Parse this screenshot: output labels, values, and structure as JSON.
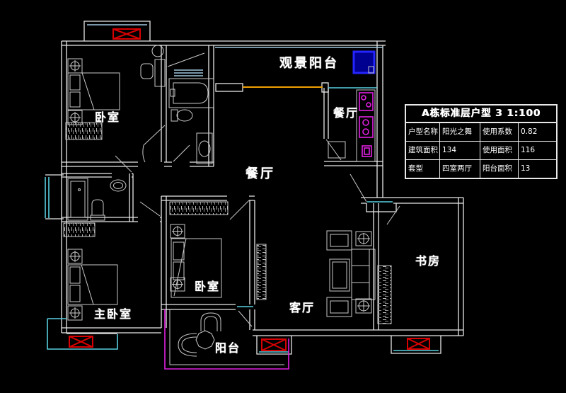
{
  "rooms": {
    "bedroom_tl": "卧室",
    "view_balcony": "观景阳台",
    "kitchen": "餐厅",
    "dining": "餐厅",
    "master_bedroom": "主卧室",
    "bedroom_mid": "卧室",
    "living": "客厅",
    "balcony": "阳台",
    "study": "书房"
  },
  "title_block": {
    "title": "A栋标准层户型 3  1:100",
    "rows": [
      [
        "户型名称",
        "阳光之舞",
        "使用系数",
        "0.82"
      ],
      [
        "建筑面积",
        "134",
        "使用面积",
        "116"
      ],
      [
        "套型",
        "四室两厅",
        "阳台面积",
        "13"
      ]
    ]
  },
  "colors": {
    "background": "#000000",
    "walls": "#e8e8e8",
    "window_glass": "#58cfe0",
    "window_frame": "#9fc8e0",
    "window_symbol_red": "#d80000",
    "kitchen_fixtures": "#e020e0",
    "balcony_outline": "#e020e0",
    "fridge_blue": "#2525ff",
    "track_orange": "#f0a000",
    "text": "#ffffff"
  }
}
